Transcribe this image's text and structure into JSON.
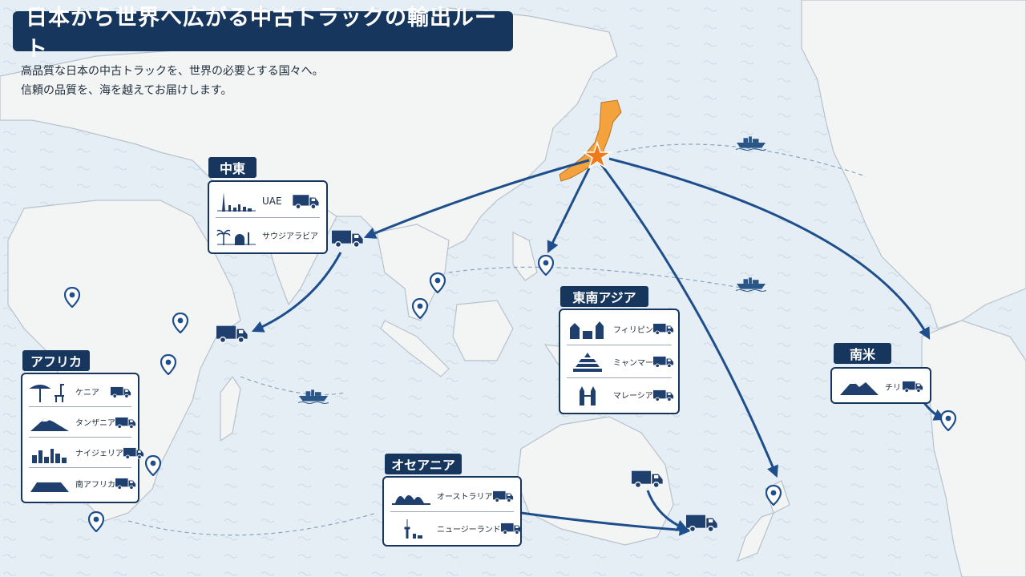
{
  "title": "日本から世界へ広がる中古トラックの輸出ルート",
  "subtitle_lines": [
    "高品質な日本の中古トラックを、世界の必要とする国々へ。",
    "信頼の品質を、海を越えてお届けします。"
  ],
  "colors": {
    "navy": "#17365e",
    "route": "#1e4f8c",
    "japan": "#f3a23c",
    "star": "#f07a1a",
    "land": "#f3f4f4",
    "sea": "#e6eef5"
  },
  "regions": {
    "middle_east": {
      "label": "中東",
      "countries": [
        {
          "name": "UAE",
          "icon": "burj-skyline-icon"
        },
        {
          "name": "サウジアラビア",
          "icon": "palm-mosque-icon"
        }
      ]
    },
    "southeast_asia": {
      "label": "東南アジア",
      "countries": [
        {
          "name": "フィリピン",
          "icon": "church-icon"
        },
        {
          "name": "ミャンマー",
          "icon": "pagoda-icon"
        },
        {
          "name": "マレーシア",
          "icon": "twin-towers-icon"
        }
      ]
    },
    "africa": {
      "label": "アフリカ",
      "countries": [
        {
          "name": "ケニア",
          "icon": "giraffe-tree-icon"
        },
        {
          "name": "タンザニア",
          "icon": "kilimanjaro-icon"
        },
        {
          "name": "ナイジェリア",
          "icon": "city-skyline-icon"
        },
        {
          "name": "南アフリカ",
          "icon": "table-mountain-icon"
        }
      ]
    },
    "oceania": {
      "label": "オセアニア",
      "countries": [
        {
          "name": "オーストラリア",
          "icon": "opera-house-icon"
        },
        {
          "name": "ニュージーランド",
          "icon": "sky-tower-icon"
        }
      ]
    },
    "south_america": {
      "label": "南米",
      "countries": [
        {
          "name": "チリ",
          "icon": "andes-mountain-icon"
        }
      ]
    }
  }
}
